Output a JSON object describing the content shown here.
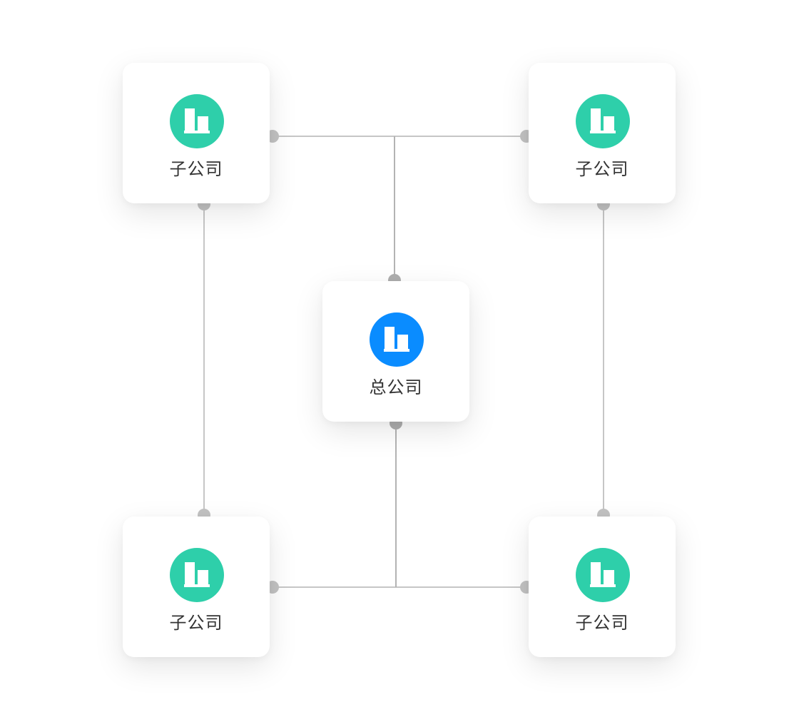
{
  "diagram": {
    "head_office": {
      "label": "总公司",
      "icon": "building-icon",
      "color": "#0a8cff"
    },
    "subsidiaries": [
      {
        "label": "子公司",
        "icon": "building-icon",
        "color": "#2ecfaa"
      },
      {
        "label": "子公司",
        "icon": "building-icon",
        "color": "#2ecfaa"
      },
      {
        "label": "子公司",
        "icon": "building-icon",
        "color": "#2ecfaa"
      },
      {
        "label": "子公司",
        "icon": "building-icon",
        "color": "#2ecfaa"
      }
    ]
  }
}
